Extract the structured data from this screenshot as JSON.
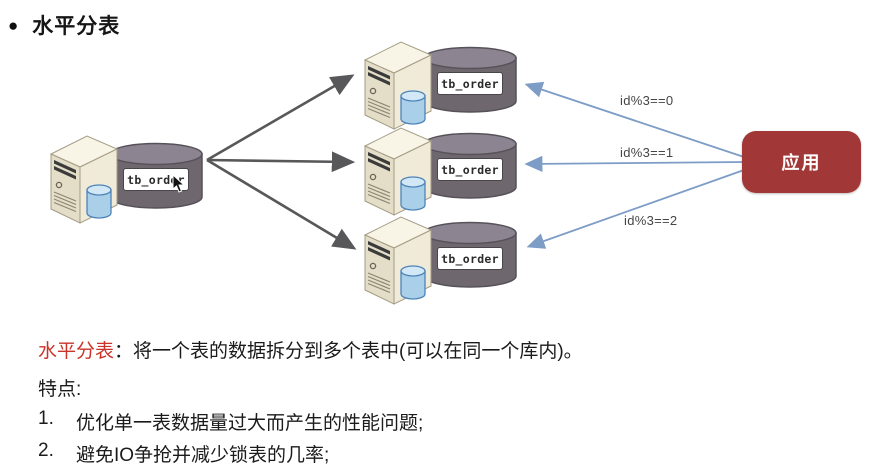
{
  "title": {
    "bullet": "●",
    "text": "水平分表"
  },
  "diagram": {
    "source": {
      "table_label": "tb_order"
    },
    "shards": [
      {
        "table_label": "tb_order"
      },
      {
        "table_label": "tb_order"
      },
      {
        "table_label": "tb_order"
      }
    ],
    "route_labels": [
      "id%3==0",
      "id%3==1",
      "id%3==2"
    ],
    "app_box": {
      "label": "应用",
      "color": "#a23737"
    },
    "colors": {
      "fan_arrow": "#58585a",
      "route_arrow": "#7d9cc6",
      "drum_body": "#6e676d",
      "drum_top": "#8c8591"
    }
  },
  "description": {
    "term": "水平分表",
    "definition": "：将一个表的数据拆分到多个表中(可以在同一个库内)。",
    "features_heading": "特点:",
    "features": [
      {
        "num": "1.",
        "text": "优化单一表数据量过大而产生的性能问题;"
      },
      {
        "num": "2.",
        "text": "避免IO争抢并减少锁表的几率;"
      }
    ]
  }
}
